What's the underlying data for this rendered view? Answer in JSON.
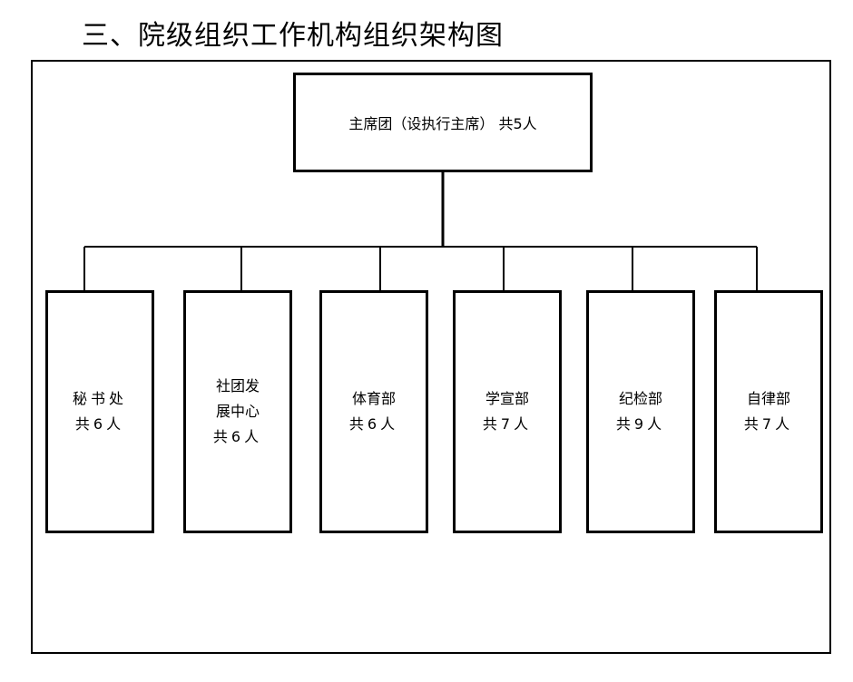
{
  "title": "三、院级组织工作机构组织架构图",
  "root": {
    "text": "主席团（设执行主席） 共5人"
  },
  "departments": [
    {
      "lines": [
        "秘书处",
        "共6人"
      ]
    },
    {
      "lines": [
        "社团发",
        "展中心",
        "共6人"
      ]
    },
    {
      "lines": [
        "体育部",
        "共6人"
      ]
    },
    {
      "lines": [
        "学宣部",
        "共7人"
      ]
    },
    {
      "lines": [
        "纪检部",
        "共9人"
      ]
    },
    {
      "lines": [
        "自律部",
        "共7人"
      ]
    }
  ]
}
